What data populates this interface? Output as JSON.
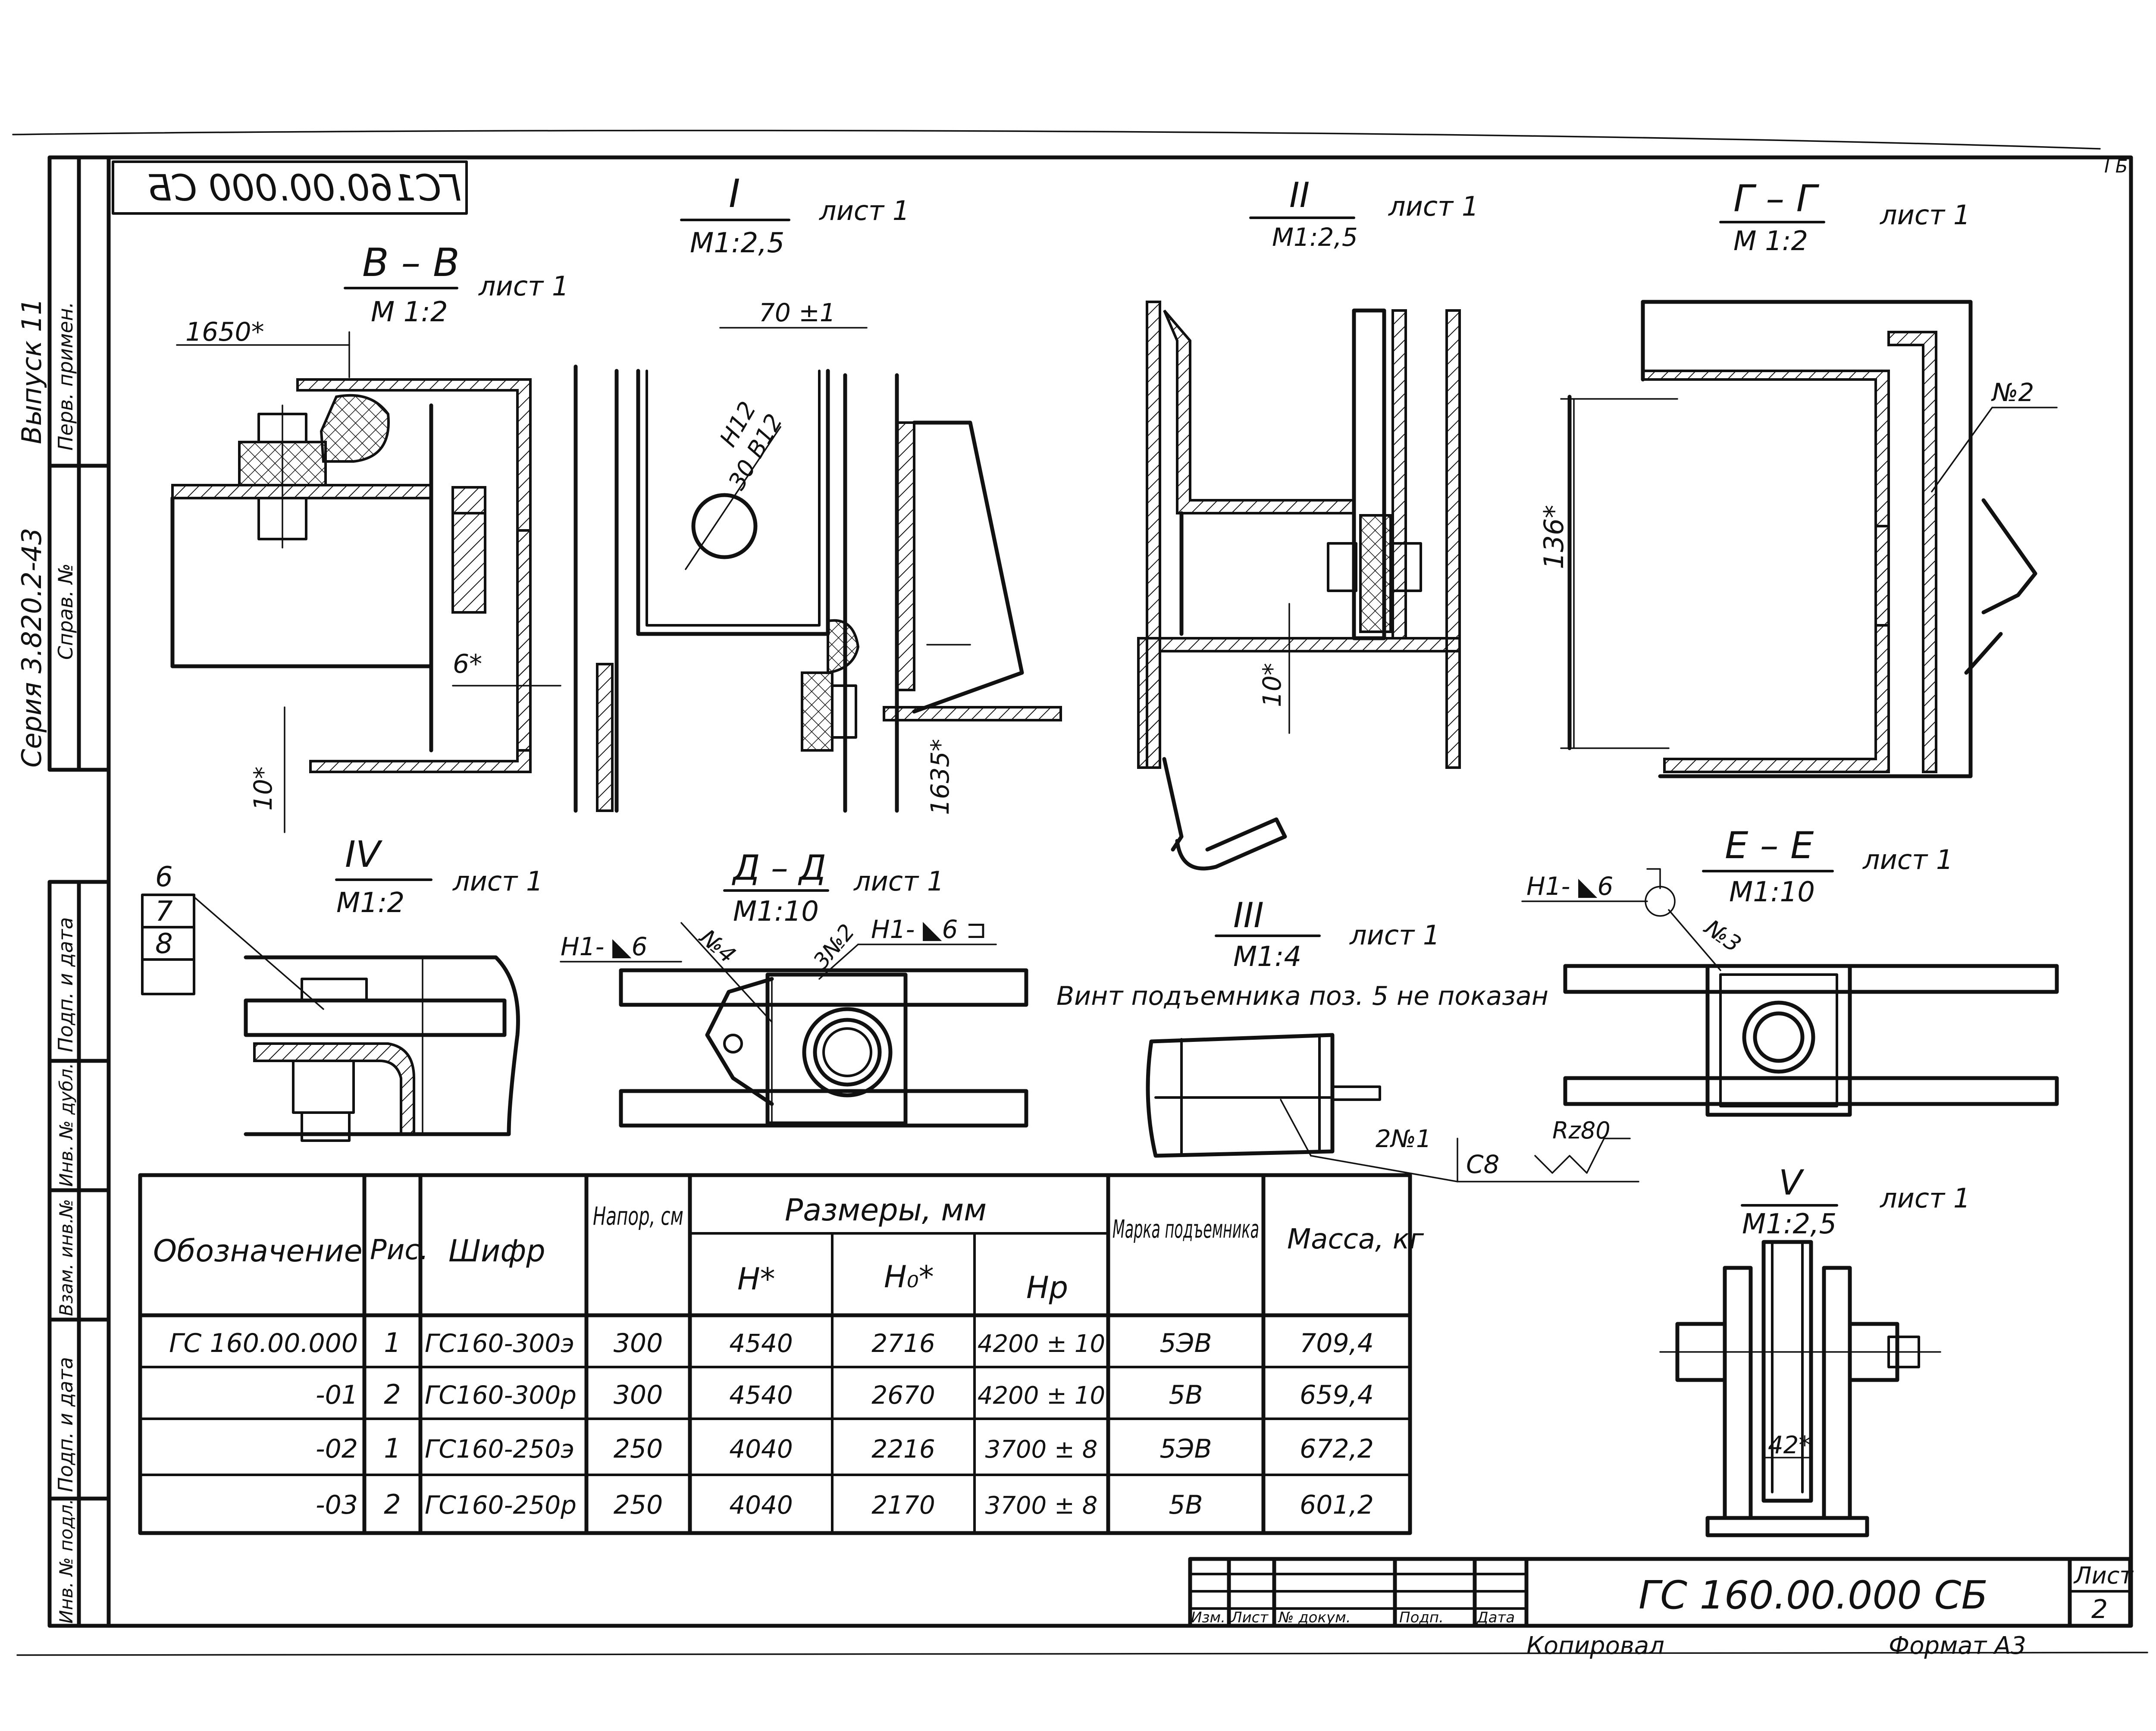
{
  "drawing_code_mirrored": "ГС160.00.000 СБ",
  "side_stamp": {
    "series": "Серия 3.820.2-43",
    "issue": "Выпуск 11",
    "first_use": "Перв. примен.",
    "ref_no": "Справ. №",
    "sign_date": "Подп. и дата",
    "inv_dubl": "Инв. № дубл.",
    "vzam_inv": "Взам. инв.№",
    "inv_podl": "Инв. № подл."
  },
  "corner_mark": "I Б",
  "views": {
    "vv": {
      "title": "В – В",
      "scale": "М 1:2",
      "sheet": "лист 1",
      "dims": [
        "1650*",
        "6*",
        "10*"
      ]
    },
    "i": {
      "title": "I",
      "scale": "М1:2,5",
      "sheet": "лист 1",
      "dims": [
        "70 ±1",
        "Н12",
        "30 В12",
        "1635*"
      ]
    },
    "ii": {
      "title": "II",
      "scale": "М1:2,5",
      "sheet": "лист 1",
      "dims": [
        "10*"
      ]
    },
    "gg": {
      "title": "Г – Г",
      "scale": "М 1:2",
      "sheet": "лист 1",
      "dims": [
        "136*",
        "№2"
      ]
    },
    "iv": {
      "title": "IV",
      "scale": "М1:2",
      "sheet": "лист 1",
      "callouts": [
        "6",
        "7",
        "8"
      ]
    },
    "dd": {
      "title": "Д – Д",
      "scale": "М1:10",
      "sheet": "лист 1",
      "welds": [
        "Н1- ◣6",
        "№4",
        "3№2",
        "Н1- ◣6 ⊐"
      ]
    },
    "iii": {
      "title": "III",
      "scale": "М1:4",
      "sheet": "лист 1",
      "note": "Винт подъемника поз. 5 не показан",
      "weld": "2№1",
      "symbol": "С8",
      "roughness": "Rz80"
    },
    "ee": {
      "title": "Е – Е",
      "scale": "М1:10",
      "sheet": "лист 1",
      "welds": [
        "Н1- ◣6",
        "№3"
      ]
    },
    "v": {
      "title": "V",
      "scale": "М1:2,5",
      "sheet": "лист 1",
      "dims": [
        "42*"
      ]
    }
  },
  "table": {
    "headers": {
      "designation": "Обозначение",
      "fig": "Рис.",
      "code": "Шифр",
      "head": "Напор, см",
      "dims_group": "Размеры, мм",
      "h": "Н*",
      "h0": "Н₀*",
      "hp": "Нр",
      "lift": "Марка подъемника",
      "mass": "Масса, кг"
    },
    "rows": [
      {
        "designation": "ГС 160.00.000",
        "fig": "1",
        "code": "ГС160-300э",
        "head": "300",
        "h": "4540",
        "h0": "2716",
        "hp": "4200 ± 10",
        "lift": "5ЭВ",
        "mass": "709,4"
      },
      {
        "designation": "-01",
        "fig": "2",
        "code": "ГС160-300р",
        "head": "300",
        "h": "4540",
        "h0": "2670",
        "hp": "4200 ± 10",
        "lift": "5В",
        "mass": "659,4"
      },
      {
        "designation": "-02",
        "fig": "1",
        "code": "ГС160-250э",
        "head": "250",
        "h": "4040",
        "h0": "2216",
        "hp": "3700 ± 8",
        "lift": "5ЭВ",
        "mass": "672,2"
      },
      {
        "designation": "-03",
        "fig": "2",
        "code": "ГС160-250р",
        "head": "250",
        "h": "4040",
        "h0": "2170",
        "hp": "3700 ± 8",
        "lift": "5В",
        "mass": "601,2"
      }
    ]
  },
  "title_block": {
    "code": "ГС 160.00.000 СБ",
    "sheet_label": "Лист",
    "sheet_no": "2",
    "cols": [
      "Изм.",
      "Лист",
      "№ докум.",
      "Подп.",
      "Дата"
    ],
    "copied": "Копировал",
    "format": "Формат А3"
  }
}
